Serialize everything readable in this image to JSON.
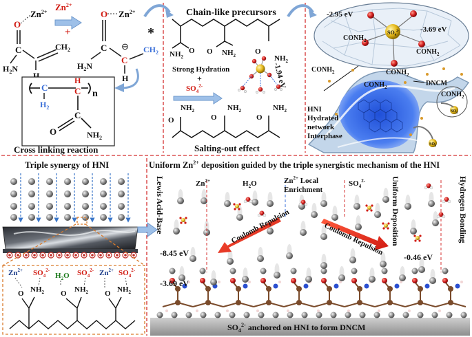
{
  "colors": {
    "red": "#e0302a",
    "blue": "#3a6fd8",
    "dash_red": "#d43030",
    "orange": "#d97a2b",
    "arrow": "#7fa6d6",
    "atom_gray": "#8a8a8a",
    "sulfur": "#e8c020"
  },
  "panel_a": {
    "zn_left": "Zn",
    "zn_left_sup": "2+",
    "zn_arrow": "Zn",
    "zn_arrow_sup": "2+",
    "plus": "+",
    "zn_right": "Zn",
    "zn_right_sup": "2+",
    "o_left": "O",
    "o_right": "O",
    "c_left": "C",
    "c_right": "C",
    "c_red": "C",
    "ch2_top": "CH",
    "ch2_top_sub": "2",
    "ch2_blue": "CH",
    "ch2_blue_sub": "2",
    "h_left": "H",
    "h_right": "H",
    "h2n_left": "H",
    "h2n_left_sub": "2",
    "h2n_left_n": "N",
    "h2n_right": "H",
    "h2n_right_sub": "2",
    "h2n_right_n": "N",
    "minus": "⊖",
    "star": "*",
    "poly_c": "C",
    "poly_h2": "H",
    "poly_h2_sub": "2",
    "poly_h": "H",
    "poly_c2": "C",
    "poly_n": "n",
    "poly_o": "O",
    "poly_c3": "C",
    "poly_nh2": "NH",
    "poly_nh2_sub": "2",
    "caption": "Cross linking  reaction"
  },
  "panel_b": {
    "title": "Chain-like precursors",
    "nh2_1": "NH",
    "nh2_2": "NH",
    "nh2_3": "NH",
    "nh2_sub": "2",
    "o_1": "O",
    "o_2": "O",
    "o_3": "O",
    "hydration": "Strong Hydration",
    "plus": "+",
    "so4": "SO",
    "so4_sub": "4",
    "so4_sup": "2-",
    "energy": "-1.94 eV",
    "nh2_4": "NH",
    "nh2_5": "NH",
    "nh2_6": "NH",
    "o_4": "O",
    "o_5": "O",
    "o_6": "O",
    "caption": "Salting-out effect"
  },
  "panel_c": {
    "e1": "-2.95 eV",
    "e2": "-3.69 eV",
    "conh2_1": "CONH",
    "conh2_2": "CONH",
    "conh2_3": "CONH",
    "conh2_4": "CONH",
    "conh2_5": "CONH",
    "conh2_6": "CONH",
    "conh2_sub": "2",
    "so4": "SO",
    "so4_sup": "2-",
    "so4_sub": "4",
    "dncm": "DNCM",
    "hni_1": "HNI",
    "hni_2": "Hydrated",
    "hni_3": "network",
    "hni_4": "Interphase"
  },
  "panel_d": {
    "title": "Triple synergy of HNI",
    "zn1": "Zn",
    "zn2": "Zn",
    "zn_sup": "2+",
    "so4_1": "SO",
    "so4_2": "SO",
    "so4_3": "SO",
    "so4_sub": "4",
    "so4_sup": "2-",
    "h2o": "H",
    "h2o_sub": "2",
    "h2o_o": "O",
    "nh2_1": "NH",
    "nh2_2": "NH",
    "nh2_3": "NH",
    "nh2_sub": "2",
    "o_1": "O",
    "o_2": "O",
    "o_3": "O"
  },
  "panel_e": {
    "title": "Uniform Zn",
    "title_sup": "2+",
    "title_rest": " deposition guided by the triple synergistic mechanism of the HNI",
    "lewis": "Lewis Acid-Base",
    "zn": "Zn",
    "zn_sup": "2+",
    "h2o": "H",
    "h2o_sub": "2",
    "h2o_o": "O",
    "local_1": "Zn",
    "local_sup": "2+",
    "local_1b": " Local",
    "local_2": "Enrichment",
    "so4": "SO",
    "so4_sub": "4",
    "so4_sup": "2-",
    "uniform": "Uniform Deposition",
    "hbond": "Hydrogen Bonding",
    "coulomb_1": "Coulomb Repulsion",
    "coulomb_2": "Coulomb Repulsion",
    "e_lewis": "-8.45 eV",
    "e_hb": "-0.46 eV",
    "e_bottom": "-3.69 eV",
    "footer": "SO",
    "footer_sub": "4",
    "footer_sup": "2-",
    "footer_rest": " anchored on HNI to form DNCM"
  }
}
